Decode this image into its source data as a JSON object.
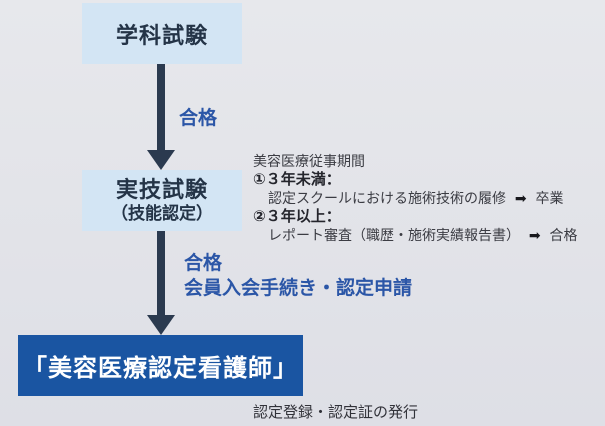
{
  "diagram": {
    "title_box": "学科試験",
    "arrow1_label": "合格",
    "practical_box": {
      "line1": "実技試験",
      "line2": "（技能認定）"
    },
    "arrow2_label_line1": "合格",
    "arrow2_label_line2": "会員入会手続き・認定申請",
    "result_box": "「美容医療認定看護師」",
    "footnote": "認定登録・認定証の発行"
  },
  "side_note": {
    "title": "美容医療従事期間",
    "items": [
      {
        "heading": "①３年未満：",
        "detail": "認定スクールにおける施術技術の履修",
        "arrow_icon": "➡",
        "result": "卒業"
      },
      {
        "heading": "②３年以上：",
        "detail": "レポート審査（職歴・施術実績報告書）",
        "arrow_icon": "➡",
        "result": "合格"
      }
    ]
  },
  "colors": {
    "background": "#e3e4e9",
    "light_box_bg": "#d3e5f4",
    "light_box_text": "#243447",
    "dark_box_bg": "#1a55a2",
    "dark_box_text": "#ffffff",
    "flow_arrow": "#2b3a4f",
    "pass_label": "#2b56a7",
    "side_text": "#3b3c43"
  }
}
